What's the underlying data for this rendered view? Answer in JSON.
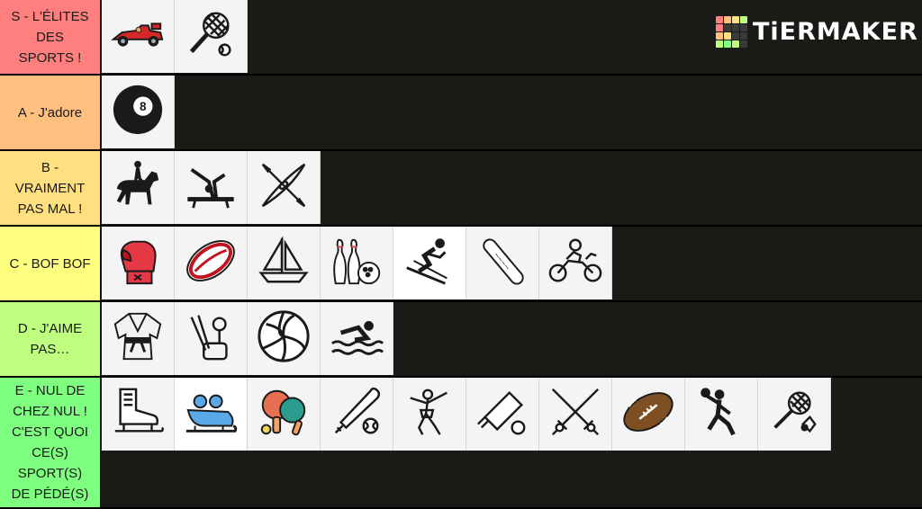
{
  "brand": {
    "name": "TiERMAKER",
    "grid_colors": [
      "#ff7f7f",
      "#ffbf7f",
      "#ffdf7f",
      "#bfff7f",
      "#ff7f7f",
      "#3a3a3a",
      "#3a3a3a",
      "#3a3a3a",
      "#ffbf7f",
      "#ffdf7f",
      "#3a3a3a",
      "#3a3a3a",
      "#bfff7f",
      "#7fff7f",
      "#bfff7f",
      "#3a3a3a"
    ]
  },
  "tiers": [
    {
      "label": "S - L'ÉLITES\nDES\nSPORTS !",
      "color": "#ff7f7f",
      "items": [
        {
          "name": "formula-one-car",
          "icon": "race-car-icon"
        },
        {
          "name": "tennis",
          "icon": "tennis-racket-icon"
        }
      ]
    },
    {
      "label": "A - J'adore",
      "color": "#ffbf7f",
      "items": [
        {
          "name": "billiards",
          "icon": "eight-ball-icon"
        }
      ]
    },
    {
      "label": "B -\nVRAIMENT\nPAS MAL !",
      "color": "#ffdf7f",
      "items": [
        {
          "name": "equestrian",
          "icon": "horse-rider-icon"
        },
        {
          "name": "gymnastics",
          "icon": "gymnast-beam-icon"
        },
        {
          "name": "kayak",
          "icon": "kayak-icon"
        }
      ]
    },
    {
      "label": "C - BOF BOF",
      "color": "#ffff7f",
      "items": [
        {
          "name": "boxing",
          "icon": "boxing-glove-icon"
        },
        {
          "name": "rugby",
          "icon": "rugby-ball-icon"
        },
        {
          "name": "sailing",
          "icon": "sailboat-icon"
        },
        {
          "name": "bowling",
          "icon": "bowling-icon"
        },
        {
          "name": "skiing",
          "icon": "skier-icon"
        },
        {
          "name": "snowboard",
          "icon": "snowboard-icon"
        },
        {
          "name": "motocross",
          "icon": "motorbike-icon"
        }
      ]
    },
    {
      "label": "D - J'AIME\nPAS…",
      "color": "#bfff7f",
      "items": [
        {
          "name": "judo",
          "icon": "judo-gi-icon"
        },
        {
          "name": "golf",
          "icon": "golf-clubs-icon"
        },
        {
          "name": "volleyball",
          "icon": "volleyball-icon"
        },
        {
          "name": "swimming",
          "icon": "swimmer-icon"
        }
      ]
    },
    {
      "label": "E - NUL DE\nCHEZ NUL !\nC'EST QUOI\nCE(S)\nSPORT(S)\nDE PÉDÉ(S)",
      "color": "#7fff7f",
      "items": [
        {
          "name": "figure-skating",
          "icon": "ice-skate-icon"
        },
        {
          "name": "bobsleigh",
          "icon": "bobsleigh-icon"
        },
        {
          "name": "table-tennis",
          "icon": "ping-pong-icon"
        },
        {
          "name": "baseball",
          "icon": "baseball-bat-icon"
        },
        {
          "name": "dance",
          "icon": "dancer-icon"
        },
        {
          "name": "cricket",
          "icon": "cricket-bat-icon"
        },
        {
          "name": "fencing",
          "icon": "fencing-swords-icon"
        },
        {
          "name": "american-football",
          "icon": "american-football-icon"
        },
        {
          "name": "handball",
          "icon": "handball-player-icon"
        },
        {
          "name": "badminton",
          "icon": "badminton-icon"
        }
      ]
    }
  ]
}
